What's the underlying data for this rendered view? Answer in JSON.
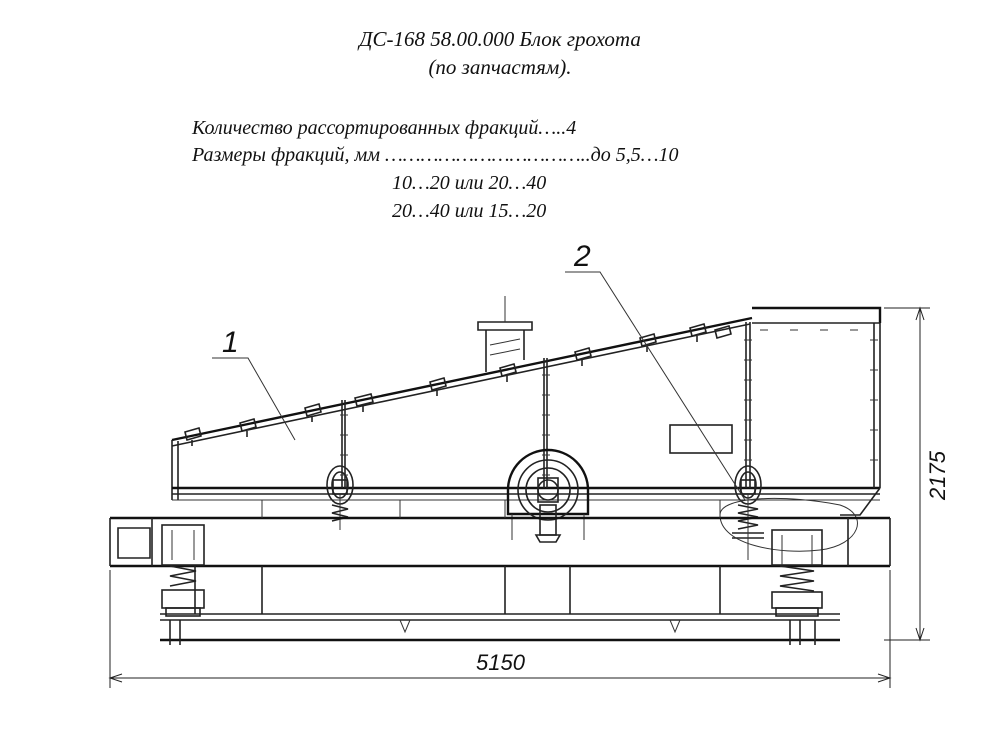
{
  "title": {
    "line1": "ДС-168 58.00.000 Блок грохота",
    "line2": "(по запчастям)."
  },
  "specs": {
    "fractions_count": "Количество рассортированных фракций…..4",
    "sizes_main": "Размеры фракций, мм ……………………………..до 5,5…10",
    "sizes_alt1": "10…20 или 20…40",
    "sizes_alt2": "20…40 или 15…20"
  },
  "callouts": {
    "item1": "1",
    "item2": "2"
  },
  "dimensions": {
    "height": "2175",
    "length": "5150"
  }
}
